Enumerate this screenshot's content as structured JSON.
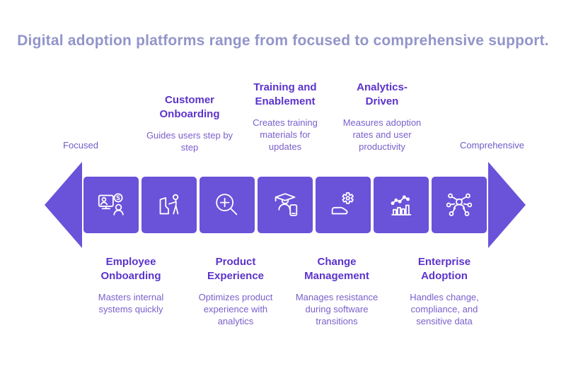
{
  "title": "Digital adoption platforms range from focused to comprehensive support.",
  "axis": {
    "left": "Focused",
    "right": "Comprehensive"
  },
  "colors": {
    "accent": "#6A52D9",
    "heading_text": "#5B33CB",
    "body_text": "#7A5FCC",
    "title_text": "#9295C9",
    "axis_text": "#6F5CC8",
    "icon_stroke": "#FFFFFF",
    "background": "#FFFFFF"
  },
  "items": [
    {
      "id": "employee-onboarding",
      "position": "below",
      "heading": "Employee\nOnboarding",
      "description": "Masters internal\nsystems quickly",
      "icon": "employee-onboarding-icon"
    },
    {
      "id": "customer-onboarding",
      "position": "above",
      "heading": "Customer\nOnboarding",
      "description": "Guides users step by\nstep",
      "icon": "customer-onboarding-icon"
    },
    {
      "id": "product-experience",
      "position": "below",
      "heading": "Product\nExperience",
      "description": "Optimizes product\nexperience with\nanalytics",
      "icon": "product-experience-icon"
    },
    {
      "id": "training-and-enablement",
      "position": "above",
      "heading": "Training and\nEnablement",
      "description": "Creates training\nmaterials for\nupdates",
      "icon": "training-enablement-icon"
    },
    {
      "id": "change-management",
      "position": "below",
      "heading": "Change\nManagement",
      "description": "Manages resistance\nduring software\ntransitions",
      "icon": "change-management-icon"
    },
    {
      "id": "analytics-driven",
      "position": "above",
      "heading": "Analytics-\nDriven",
      "description": "Measures adoption\nrates and user\nproductivity",
      "icon": "analytics-driven-icon"
    },
    {
      "id": "enterprise-adoption",
      "position": "below",
      "heading": "Enterprise\nAdoption",
      "description": "Handles change,\ncompliance, and\nsensitive data",
      "icon": "enterprise-adoption-icon"
    }
  ]
}
